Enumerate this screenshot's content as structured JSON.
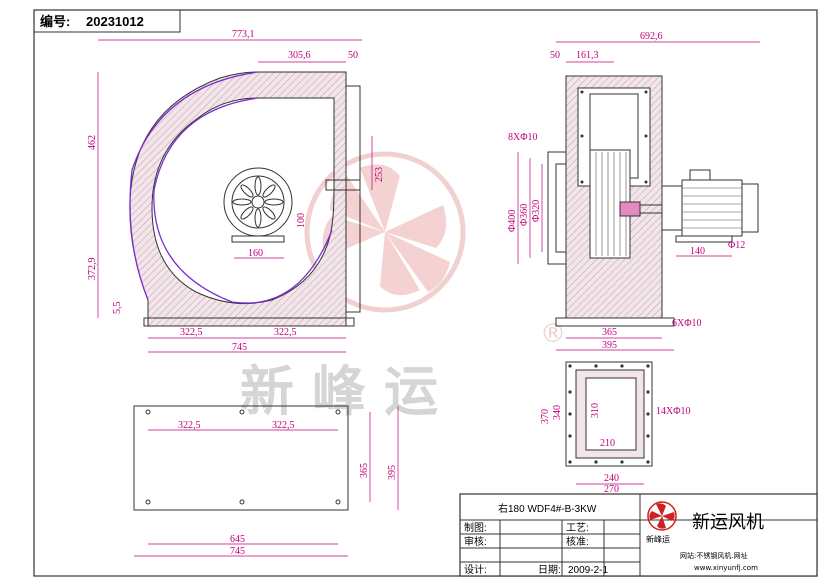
{
  "header": {
    "label": "编号:",
    "code": "20231012"
  },
  "front_view": {
    "width_total": "773,1",
    "outlet_width": "305,6",
    "flange": "50",
    "height": "462",
    "outlet_height": "253",
    "center_height": "372,9",
    "base_thickness": "5,5",
    "half_left": "322,5",
    "half_right": "322,5",
    "base_width": "745",
    "motor_base": "160",
    "shaft_height": "100"
  },
  "side_view": {
    "total": "692,6",
    "flange": "50",
    "inner": "161,3",
    "bolts_inlet": "8XΦ10",
    "d400": "Φ400",
    "d360": "Φ360",
    "d320": "Φ320",
    "motor_len": "140",
    "bolt_dia": "Φ12",
    "base_holes": "6XΦ10",
    "base_inner": "365",
    "base_outer": "395"
  },
  "outlet_view": {
    "h_outer": "370",
    "h_mid": "340",
    "h_inner": "310",
    "w_inner": "210",
    "w_mid": "240",
    "w_outer": "270",
    "bolts": "14XΦ10"
  },
  "base_plan": {
    "half_left": "322,5",
    "half_right": "322,5",
    "hole_span": "645",
    "width": "745",
    "depth_inner": "365",
    "depth_outer": "395"
  },
  "watermark": {
    "text": "新峰运",
    "registered": "®"
  },
  "title_block": {
    "title": "右180 WDF4#-B-3KW",
    "made_by": "制图:",
    "craft": "工艺:",
    "reviewed": "审核:",
    "checked": "核准:",
    "designed": "设计:",
    "date_label": "日期:",
    "date": "2009-2-1",
    "company": "新运风机",
    "logo_text": "新峰运",
    "web_label": "网站:不锈钢风机.网址",
    "url": "www.xinyunfj.com"
  }
}
